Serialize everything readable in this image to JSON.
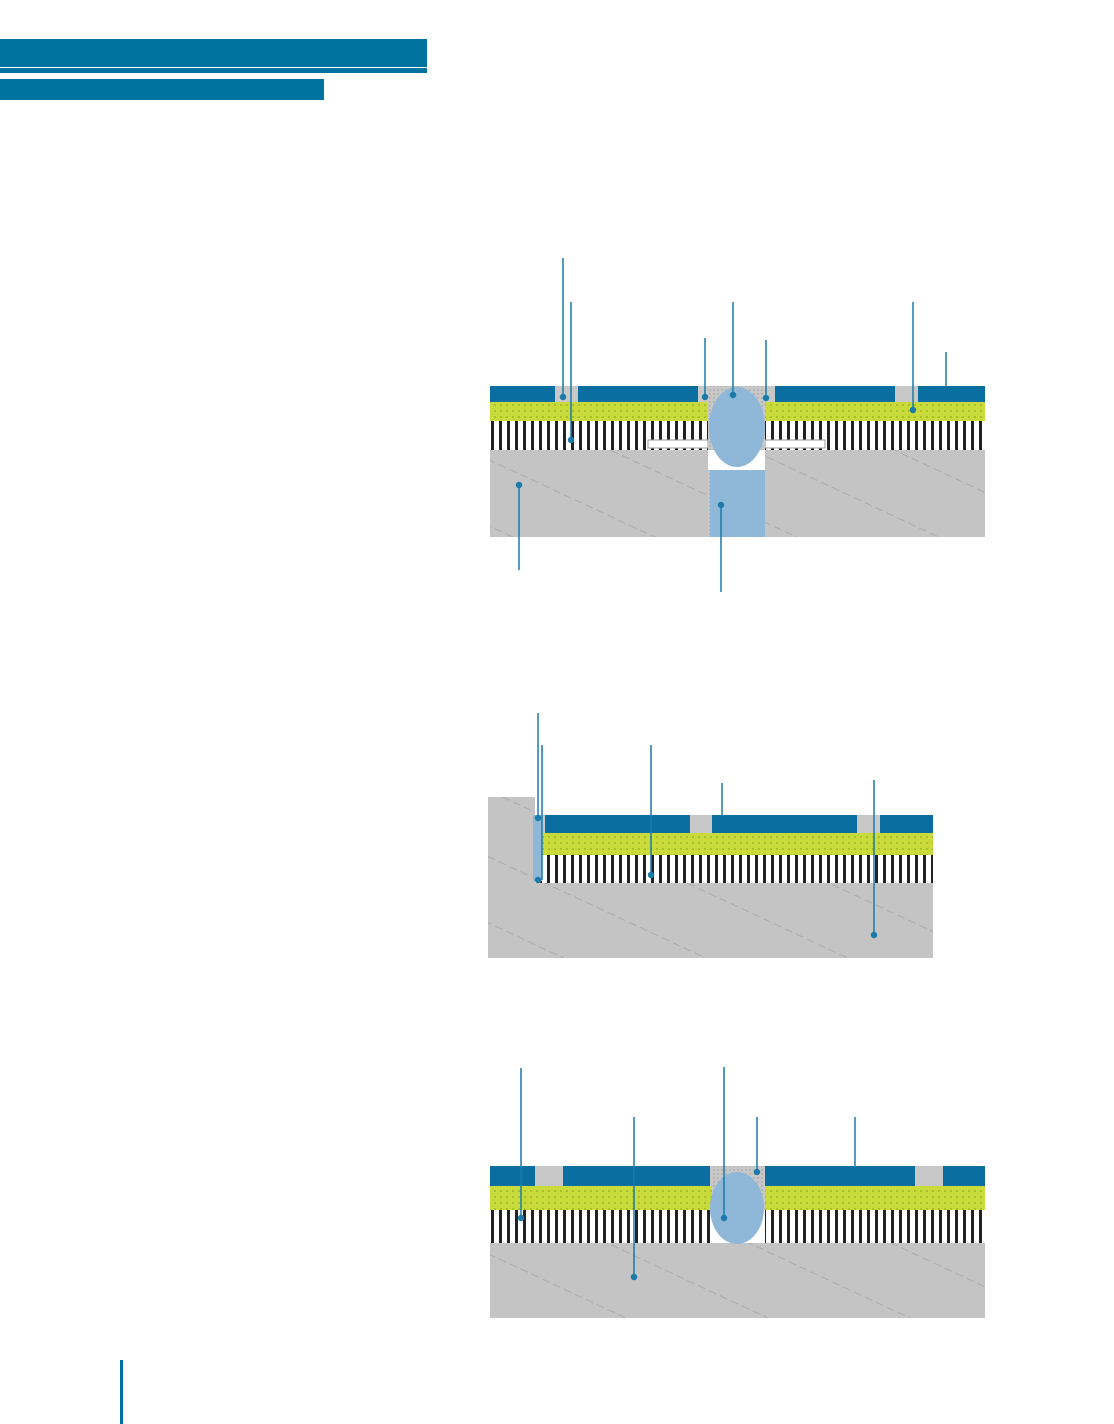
{
  "colors": {
    "accent": "#00729f",
    "tile": "#0a6fa0",
    "adhesive": "#c8db3a",
    "concrete": "#c4c4c4",
    "joint_fill": "#8fb8d8"
  },
  "figures": [
    {
      "name": "expansion-joint-section"
    },
    {
      "name": "wall-edge-section"
    },
    {
      "name": "movement-joint-section"
    }
  ]
}
